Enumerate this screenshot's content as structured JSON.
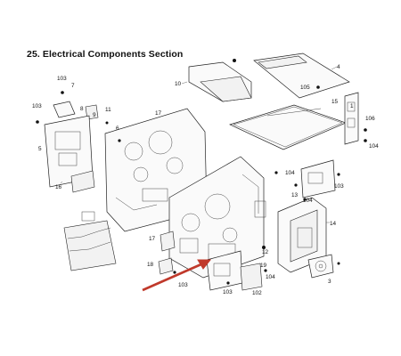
{
  "diagram": {
    "title": "25. Electrical Components Section",
    "callouts": [
      "103",
      "7",
      "103",
      "8",
      "9",
      "11",
      "5",
      "6",
      "17",
      "16",
      "10",
      "1",
      "4",
      "105",
      "15",
      "106",
      "104",
      "104",
      "13",
      "103",
      "104",
      "14",
      "17",
      "18",
      "12",
      "103",
      "103",
      "102",
      "19",
      "104",
      "3"
    ],
    "colors": {
      "highlight_arrow": "#c0392b",
      "line": "#222222",
      "background": "#ffffff"
    }
  }
}
